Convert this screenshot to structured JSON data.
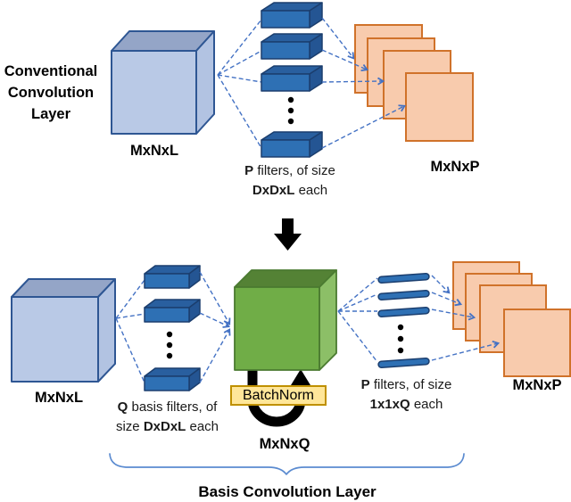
{
  "colors": {
    "cube_front": "#b9c9e6",
    "cube_top": "#94a5c7",
    "cube_right": "#b2c3e2",
    "cube_border": "#2e5693",
    "filter_front": "#2e70b4",
    "filter_top": "#295f9f",
    "filter_right": "#245593",
    "filter_border": "#1b3e6e",
    "green_front": "#70ad47",
    "green_top": "#548235",
    "green_right": "#8cbf67",
    "green_border": "#4a7a30",
    "orange_fill": "#f8cbad",
    "orange_border": "#d0722a",
    "bn_fill": "#ffe699",
    "bn_border": "#bf9000",
    "dash": "#4472c4",
    "brace": "#5b8bd0",
    "black": "#000000"
  },
  "top": {
    "heading_lines": [
      "Conventional",
      "Convolution",
      "Layer"
    ],
    "input_label": "MxNxL",
    "caption_bold1": "P",
    "caption_rest1": " filters, of size",
    "caption_bold2": "DxDxL",
    "caption_rest2": " each",
    "output_label": "MxNxP"
  },
  "bottom": {
    "input_label": "MxNxL",
    "basis_bold1": "Q",
    "basis_rest1": " basis filters, of",
    "basis_pre2": "size ",
    "basis_bold2": "DxDxL",
    "basis_rest2": " each",
    "batchnorm_label": "BatchNorm",
    "mid_label": "MxNxQ",
    "pcap_bold1": "P",
    "pcap_rest1": " filters, of size",
    "pcap_bold2": "1x1xQ",
    "pcap_rest2": " each",
    "output_label": "MxNxP",
    "brace_label": "Basis Convolution Layer"
  }
}
